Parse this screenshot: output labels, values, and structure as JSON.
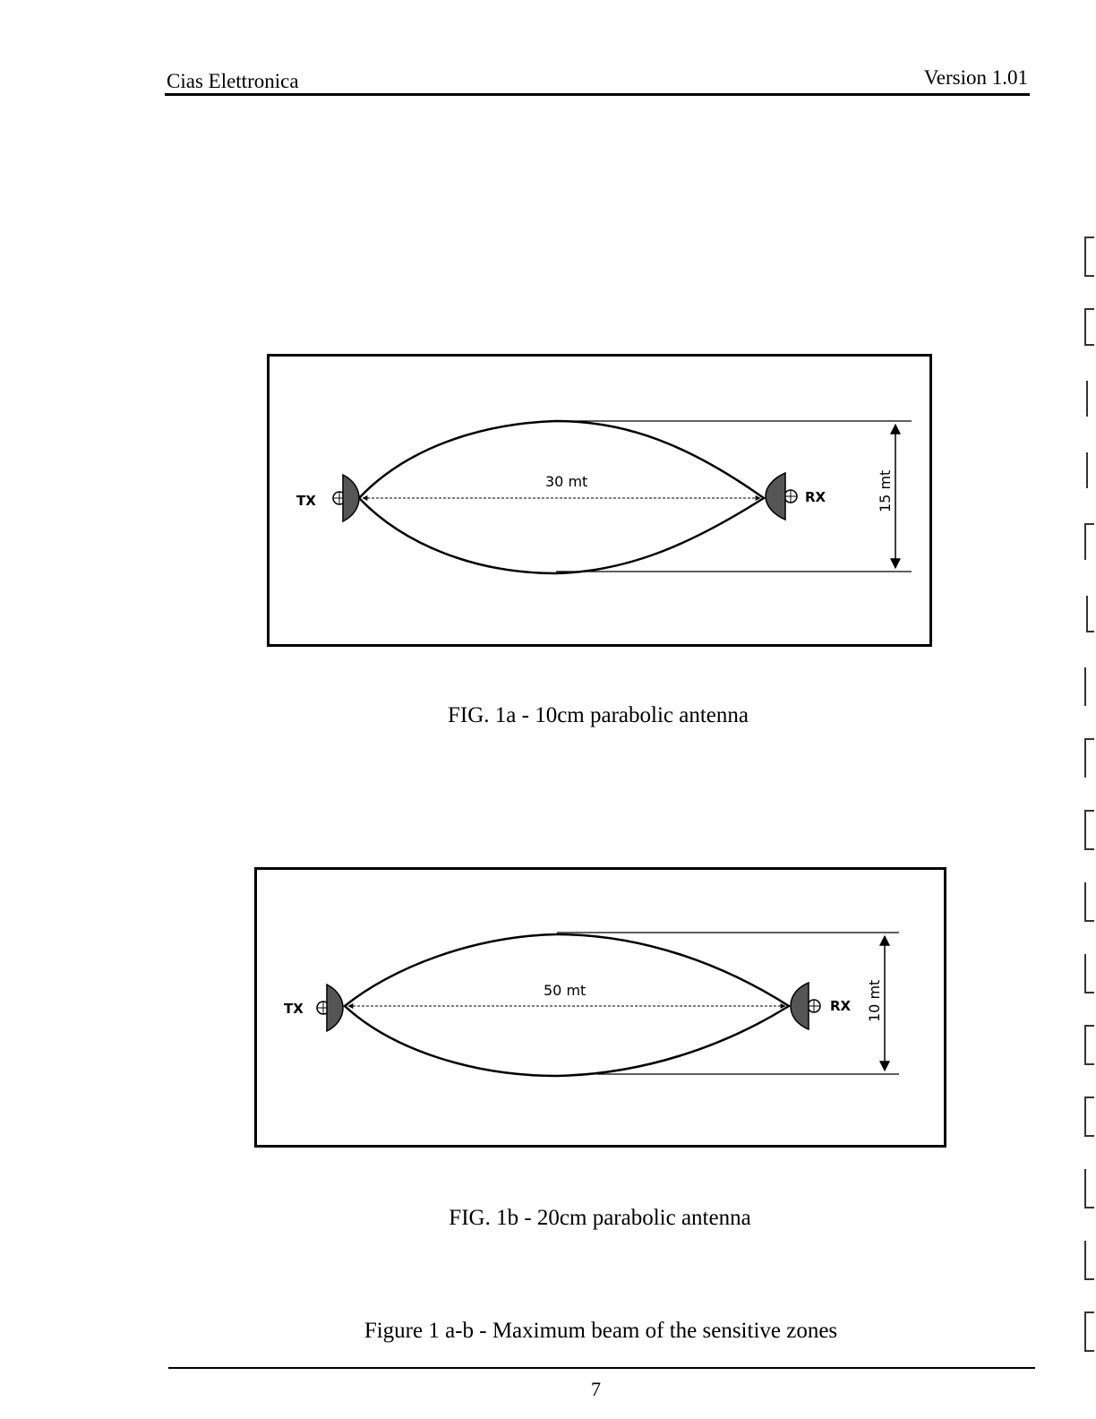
{
  "header": {
    "company": "Cias Elettronica",
    "version": "Version 1.01"
  },
  "figures": [
    {
      "tx_label": "TX",
      "rx_label": "RX",
      "length_label": "30 mt",
      "width_label": "15 mt",
      "caption": "FIG. 1a - 10cm parabolic antenna"
    },
    {
      "tx_label": "TX",
      "rx_label": "RX",
      "length_label": "50 mt",
      "width_label": "10 mt",
      "caption": "FIG. 1b - 20cm parabolic antenna"
    }
  ],
  "main_caption": "Figure 1 a-b - Maximum beam of the sensitive zones",
  "footer": {
    "page_number": "7"
  }
}
